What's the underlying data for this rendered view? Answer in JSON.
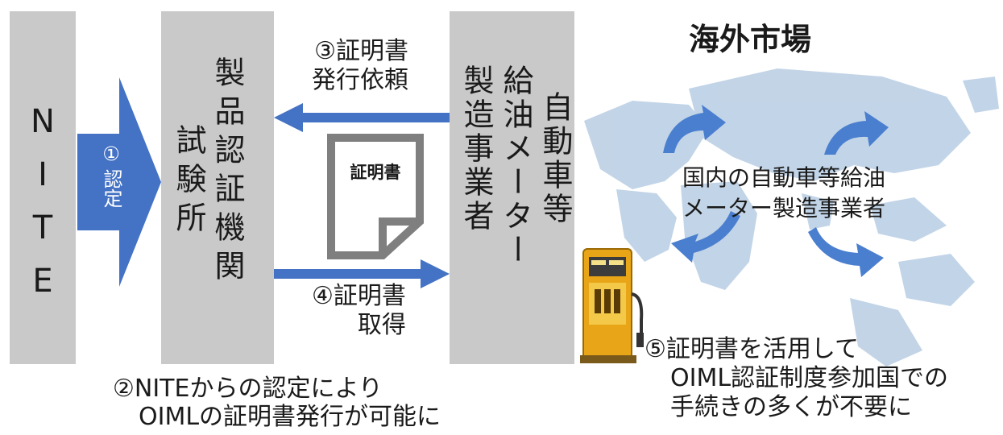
{
  "nite_box": {
    "label": "NITE"
  },
  "chevron": {
    "number": "①",
    "label": "認定"
  },
  "lab_box": {
    "column_1": "製品認証機関",
    "column_2": "試験所"
  },
  "maker_box": {
    "column_1": "自動車等",
    "column_2": "給油メーター",
    "column_3": "製造事業者"
  },
  "request_arrow": {
    "line_1": "③証明書",
    "line_2": "発行依頼"
  },
  "certificate_doc": {
    "title": "証明書"
  },
  "obtain_arrow": {
    "line_1": "④証明書",
    "line_2": "取得"
  },
  "overseas": {
    "title": "海外市場",
    "domestic_line_1": "国内の自動車等給油",
    "domestic_line_2": "メーター製造事業者"
  },
  "note_nite": {
    "line_1": "②NITEからの認定により",
    "line_2": "OIMLの証明書発行が可能に"
  },
  "note_benefit": {
    "line_1": "⑤証明書を活用して",
    "line_2": "OIML認証制度参加国での",
    "line_3": "手続きの多くが不要に"
  },
  "colors": {
    "box_gray": "#c9c9c9",
    "arrow_blue": "#4472c4",
    "map_blue": "#b8cde3",
    "pump_gold": "#e8a517",
    "doc_gray": "#7f7f7f"
  }
}
